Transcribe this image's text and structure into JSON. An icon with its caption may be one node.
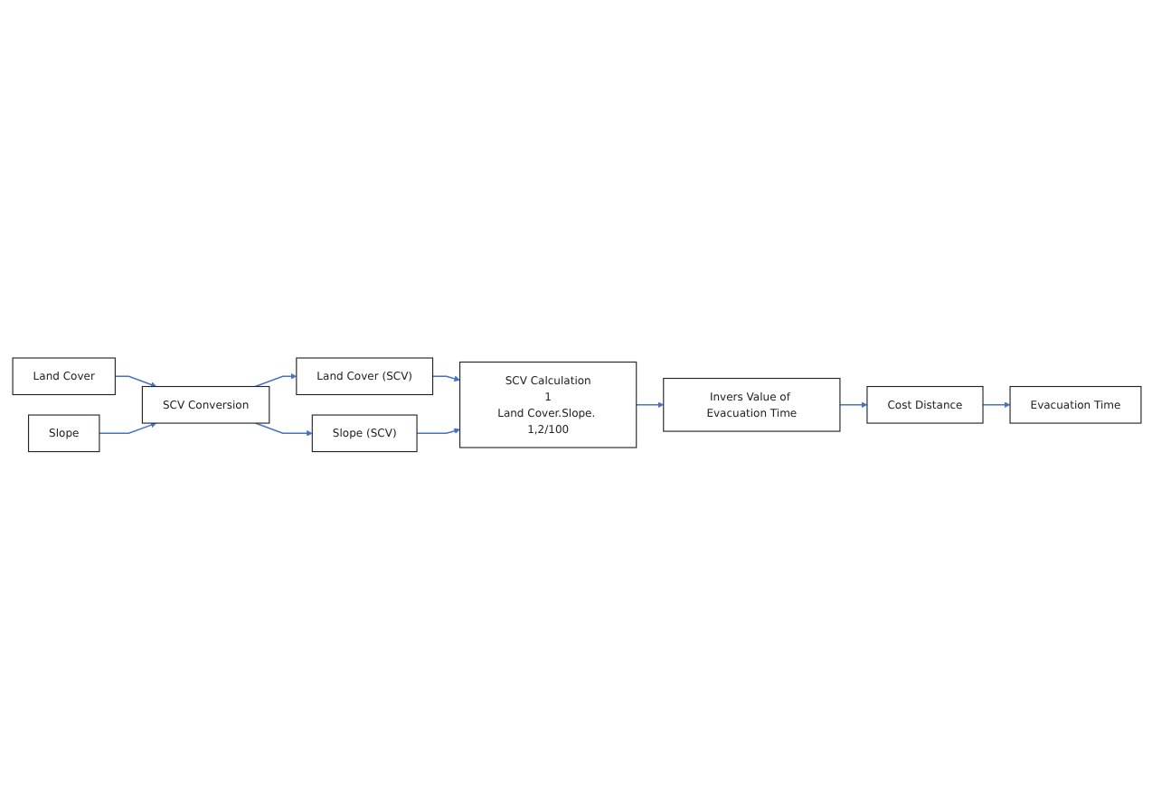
{
  "diagram": {
    "nodes": [
      {
        "text": [
          "Land Cover"
        ]
      },
      {
        "text": [
          "Slope"
        ]
      },
      {
        "text": [
          "SCV Conversion"
        ]
      },
      {
        "text": [
          "Land Cover (SCV)"
        ]
      },
      {
        "text": [
          "Slope (SCV)"
        ]
      },
      {
        "text": [
          "SCV Calculation",
          "1",
          "Land Cover.Slope. 1,2/100"
        ]
      },
      {
        "text": [
          "Invers Value of Evacuation Time"
        ]
      },
      {
        "text": [
          "Cost Distance"
        ]
      },
      {
        "text": [
          "Evacuation Time"
        ]
      }
    ],
    "edges": [
      {
        "from": 0,
        "to": 2,
        "arrow": "to"
      },
      {
        "from": 1,
        "to": 2,
        "arrow": "to"
      },
      {
        "from": 2,
        "to": 3,
        "arrow": "to"
      },
      {
        "from": 2,
        "to": 4,
        "arrow": "to"
      },
      {
        "from": 3,
        "to": 5,
        "arrow": "to"
      },
      {
        "from": 4,
        "to": 5,
        "arrow": "to"
      },
      {
        "from": 5,
        "to": 6,
        "arrow": "to"
      },
      {
        "from": 6,
        "to": 7,
        "arrow": "to"
      },
      {
        "from": 7,
        "to": 8,
        "arrow": "to"
      }
    ]
  }
}
